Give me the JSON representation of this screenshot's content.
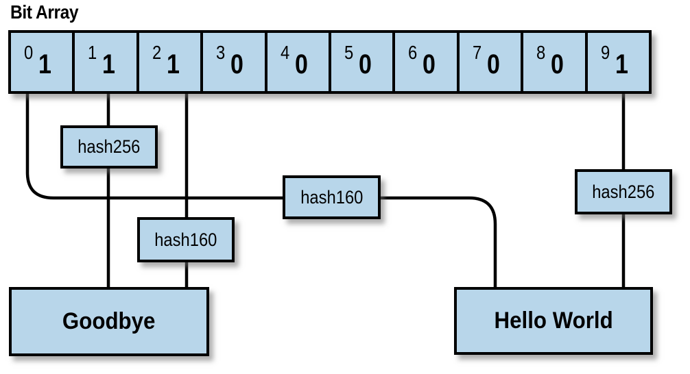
{
  "title": "Bit Array",
  "colors": {
    "box_fill": "#b8d6ea",
    "line": "#000000",
    "background": "#ffffff"
  },
  "bit_array": {
    "cells": [
      {
        "index": "0",
        "value": "1"
      },
      {
        "index": "1",
        "value": "1"
      },
      {
        "index": "2",
        "value": "1"
      },
      {
        "index": "3",
        "value": "0"
      },
      {
        "index": "4",
        "value": "0"
      },
      {
        "index": "5",
        "value": "0"
      },
      {
        "index": "6",
        "value": "0"
      },
      {
        "index": "7",
        "value": "0"
      },
      {
        "index": "8",
        "value": "0"
      },
      {
        "index": "9",
        "value": "1"
      }
    ]
  },
  "hash_boxes": [
    {
      "label": "hash256"
    },
    {
      "label": "hash160"
    },
    {
      "label": "hash160"
    },
    {
      "label": "hash256"
    }
  ],
  "items": [
    {
      "label": "Goodbye"
    },
    {
      "label": "Hello World"
    }
  ]
}
